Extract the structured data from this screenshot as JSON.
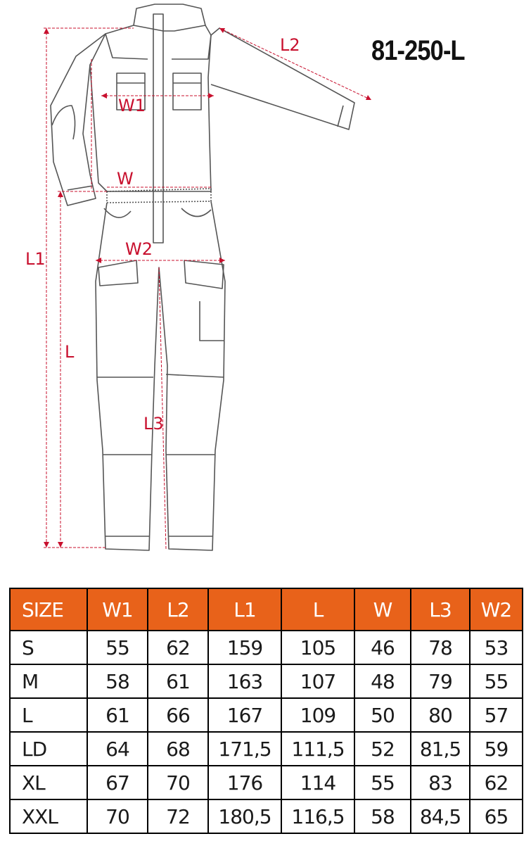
{
  "product_code": "81-250-L",
  "dimension_labels": {
    "L2": "L2",
    "W1": "W1",
    "W": "W",
    "L1": "L1",
    "W2": "W2",
    "L": "L",
    "L3": "L3"
  },
  "colors": {
    "header_background": "#e8621a",
    "header_text": "#ffffff",
    "dimension_lines": "#c8102e",
    "outline": "#555555"
  },
  "table": {
    "headers": [
      "SIZE",
      "W1",
      "L2",
      "L1",
      "L",
      "W",
      "L3",
      "W2"
    ],
    "rows": [
      [
        "S",
        "55",
        "62",
        "159",
        "105",
        "46",
        "78",
        "53"
      ],
      [
        "M",
        "58",
        "61",
        "163",
        "107",
        "48",
        "79",
        "55"
      ],
      [
        "L",
        "61",
        "66",
        "167",
        "109",
        "50",
        "80",
        "57"
      ],
      [
        "LD",
        "64",
        "68",
        "171,5",
        "111,5",
        "52",
        "81,5",
        "59"
      ],
      [
        "XL",
        "67",
        "70",
        "176",
        "114",
        "55",
        "83",
        "62"
      ],
      [
        "XXL",
        "70",
        "72",
        "180,5",
        "116,5",
        "58",
        "84,5",
        "65"
      ]
    ]
  }
}
